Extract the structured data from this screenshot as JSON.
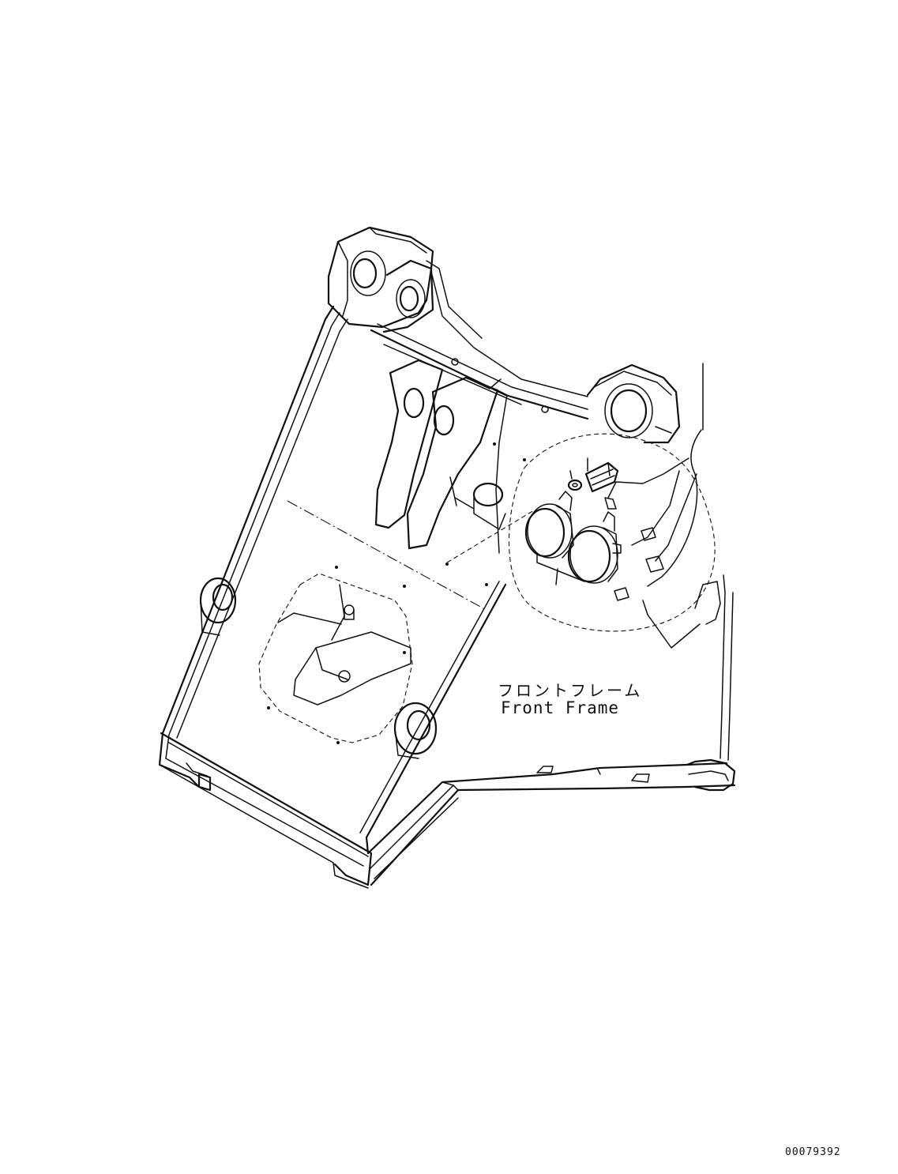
{
  "labels": {
    "part_name_jp": "フロントフレーム",
    "part_name_en": "Front Frame",
    "drawing_number": "00079392"
  }
}
